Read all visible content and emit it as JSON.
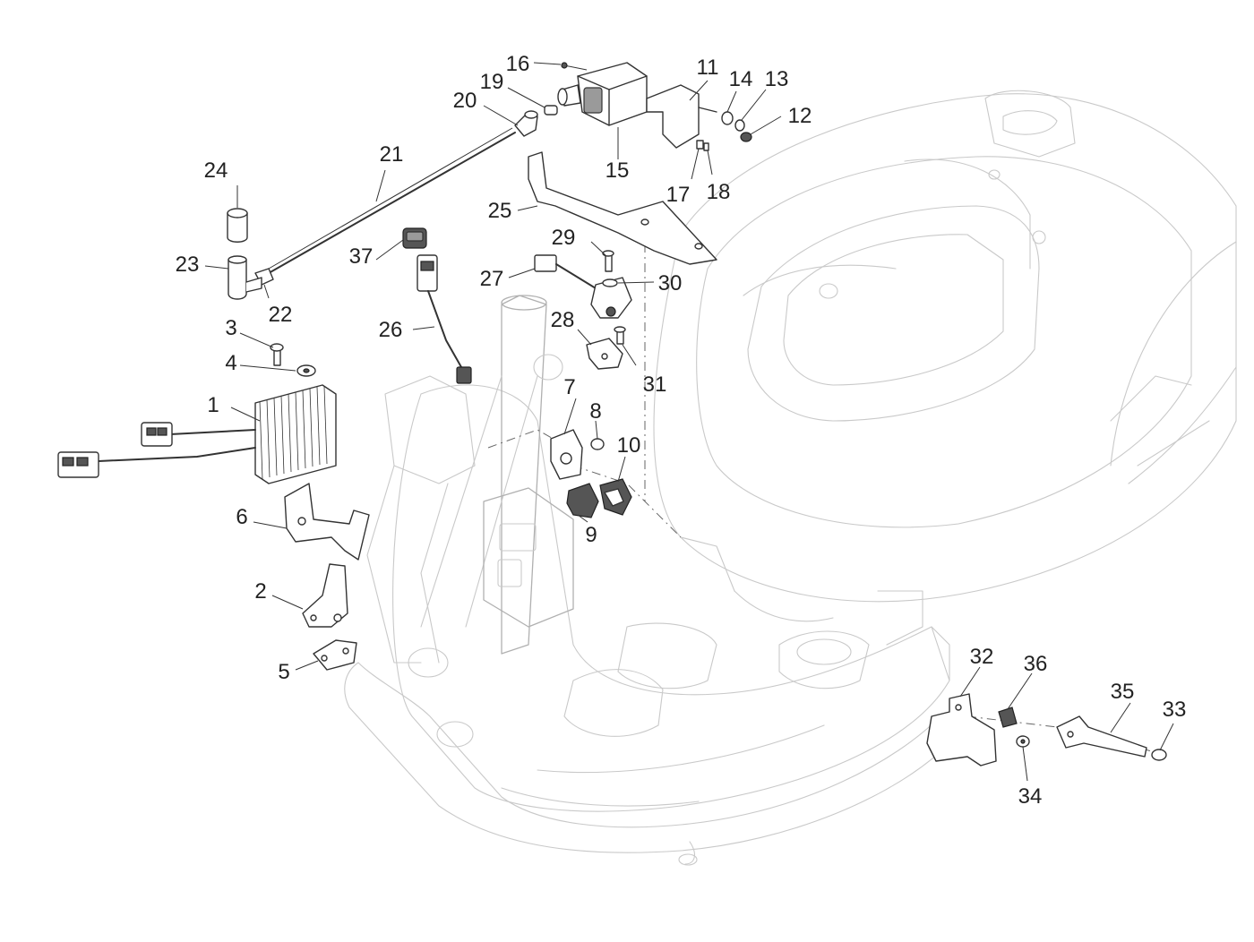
{
  "callouts": [
    {
      "id": "1",
      "label": "1",
      "part": "voltage-regulator"
    },
    {
      "id": "2",
      "label": "2",
      "part": "regulator-bracket-lower"
    },
    {
      "id": "3",
      "label": "3",
      "part": "screw"
    },
    {
      "id": "4",
      "label": "4",
      "part": "washer"
    },
    {
      "id": "5",
      "label": "5",
      "part": "mounting-plate"
    },
    {
      "id": "6",
      "label": "6",
      "part": "regulator-bracket"
    },
    {
      "id": "7",
      "label": "7",
      "part": "relay-bracket"
    },
    {
      "id": "8",
      "label": "8",
      "part": "nut"
    },
    {
      "id": "9",
      "label": "9",
      "part": "relay"
    },
    {
      "id": "10",
      "label": "10",
      "part": "relay-connector"
    },
    {
      "id": "11",
      "label": "11",
      "part": "cover-bracket"
    },
    {
      "id": "12",
      "label": "12",
      "part": "nut"
    },
    {
      "id": "13",
      "label": "13",
      "part": "washer"
    },
    {
      "id": "14",
      "label": "14",
      "part": "washer"
    },
    {
      "id": "15",
      "label": "15",
      "part": "solenoid-actuator"
    },
    {
      "id": "16",
      "label": "16",
      "part": "screw"
    },
    {
      "id": "17",
      "label": "17",
      "part": "spacer"
    },
    {
      "id": "18",
      "label": "18",
      "part": "spring"
    },
    {
      "id": "19",
      "label": "19",
      "part": "pin"
    },
    {
      "id": "20",
      "label": "20",
      "part": "cable-end"
    },
    {
      "id": "21",
      "label": "21",
      "part": "cable"
    },
    {
      "id": "22",
      "label": "22",
      "part": "cable-fitting"
    },
    {
      "id": "23",
      "label": "23",
      "part": "sleeve"
    },
    {
      "id": "24",
      "label": "24",
      "part": "cap"
    },
    {
      "id": "25",
      "label": "25",
      "part": "support-bracket"
    },
    {
      "id": "26",
      "label": "26",
      "part": "sensor-lead"
    },
    {
      "id": "27",
      "label": "27",
      "part": "switch-lead"
    },
    {
      "id": "28",
      "label": "28",
      "part": "switch-plate"
    },
    {
      "id": "29",
      "label": "29",
      "part": "screw"
    },
    {
      "id": "30",
      "label": "30",
      "part": "washer"
    },
    {
      "id": "31",
      "label": "31",
      "part": "screw"
    },
    {
      "id": "32",
      "label": "32",
      "part": "side-bracket"
    },
    {
      "id": "33",
      "label": "33",
      "part": "nut"
    },
    {
      "id": "34",
      "label": "34",
      "part": "washer"
    },
    {
      "id": "35",
      "label": "35",
      "part": "stand-arm"
    },
    {
      "id": "36",
      "label": "36",
      "part": "clip"
    },
    {
      "id": "37",
      "label": "37",
      "part": "rubber-cap"
    }
  ],
  "colors": {
    "frame": "#c9c9c9",
    "part": "#333333",
    "label": "#222222"
  }
}
